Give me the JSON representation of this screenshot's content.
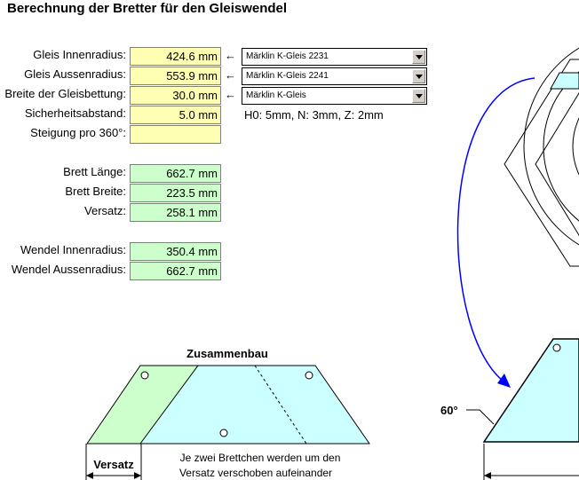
{
  "title": "Berechnung der Bretter für den Gleiswendel",
  "rows": [
    {
      "label": "Gleis Innenradius:",
      "value": "424.6 mm"
    },
    {
      "label": "Gleis Aussenradius:",
      "value": "553.9 mm"
    },
    {
      "label": "Breite der Gleisbettung:",
      "value": "30.0 mm"
    },
    {
      "label": "Sicherheitsabstand:",
      "value": "5.0 mm"
    },
    {
      "label": "Steigung pro 360°:",
      "value": ""
    },
    {
      "label": "Brett Länge:",
      "value": "662.7 mm"
    },
    {
      "label": "Brett Breite:",
      "value": "223.5 mm"
    },
    {
      "label": "Versatz:",
      "value": "258.1 mm"
    },
    {
      "label": "Wendel Innenradius:",
      "value": "350.4 mm"
    },
    {
      "label": "Wendel Aussenradius:",
      "value": "662.7 mm"
    }
  ],
  "arrow_glyph": "←",
  "dropdowns": [
    {
      "selected": "Märklin K-Gleis 2231"
    },
    {
      "selected": "Märklin K-Gleis 2241"
    },
    {
      "selected": "Märklin K-Gleis"
    }
  ],
  "note": "H0: 5mm, N: 3mm, Z: 2mm",
  "diagram": {
    "heading": "Zusammenbau",
    "caption_line1": "Je zwei Brettchen werden um den",
    "caption_line2": "Versatz verschoben aufeinander",
    "versatz_label": "Versatz",
    "angle_label": "60°"
  },
  "colors": {
    "input_yellow": "#ffffb3",
    "result_green": "#ccffcc",
    "board_cyan": "#ccffff",
    "arrow_blue": "#0000ff"
  }
}
